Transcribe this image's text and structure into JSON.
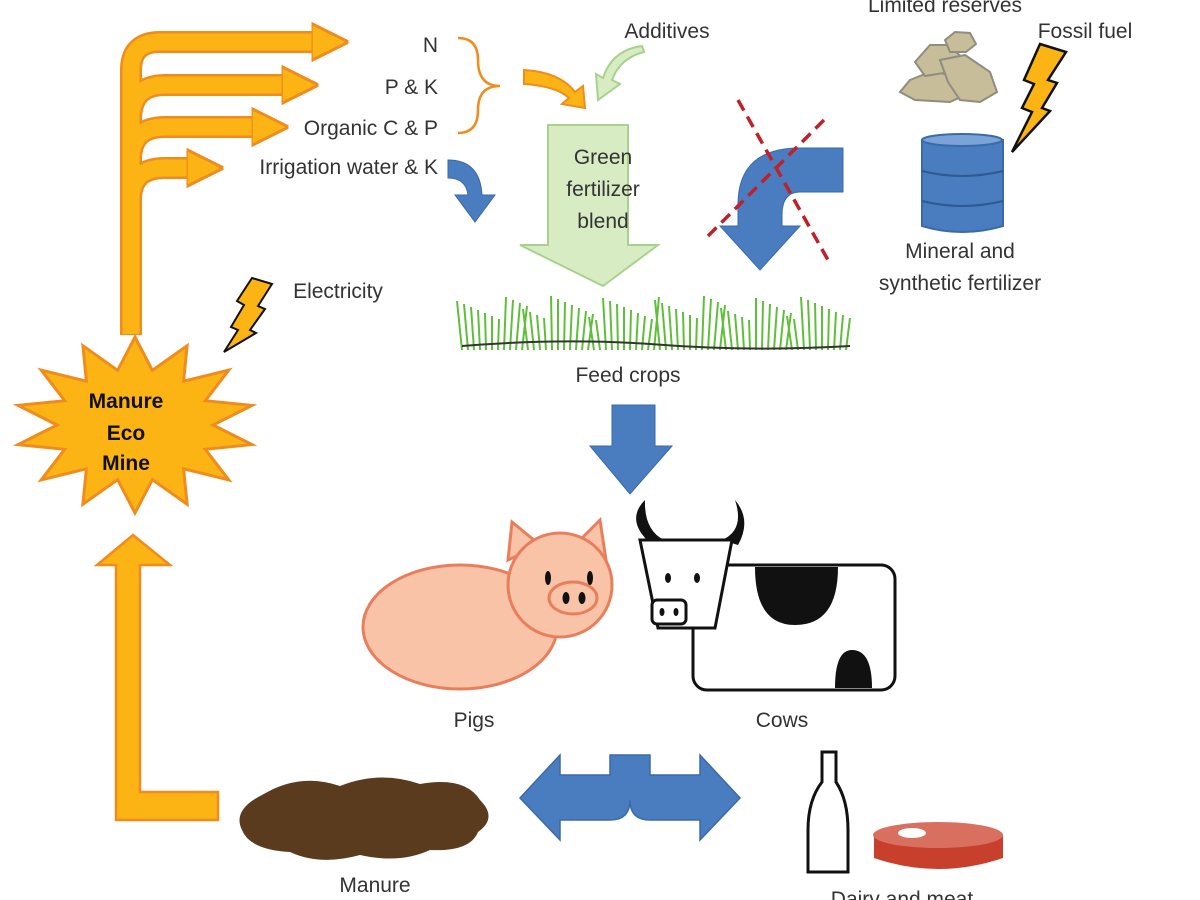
{
  "labels": {
    "n": "N",
    "pk": "P & K",
    "organic": "Organic C & P",
    "irrigation": "Irrigation water & K",
    "additives": "Additives",
    "green_fertilizer": [
      "Green",
      "fertilizer",
      "blend"
    ],
    "limited_reserves": "Limited reserves",
    "fossil_fuel": "Fossil fuel",
    "mineral": [
      "Mineral and",
      "synthetic fertilizer"
    ],
    "electricity": "Electricity",
    "feed_crops": "Feed crops",
    "eco_mine": [
      "Manure",
      "Eco",
      "Mine"
    ],
    "pigs": "Pigs",
    "cows": "Cows",
    "manure": "Manure",
    "dairy_meat": "Dairy and meat"
  },
  "colors": {
    "orange": "#fbb414",
    "orange_stroke": "#f08c1e",
    "blue": "#4a7cc0",
    "green_light": "#d8ecc4",
    "green_stroke": "#a9d18e",
    "grass": "#5fbf3a",
    "red_dash": "#c0202a",
    "pig": "#f8c3a6",
    "pig_stroke": "#e97e5c",
    "manure": "#5a3b1e",
    "meat": "#c8402c"
  }
}
